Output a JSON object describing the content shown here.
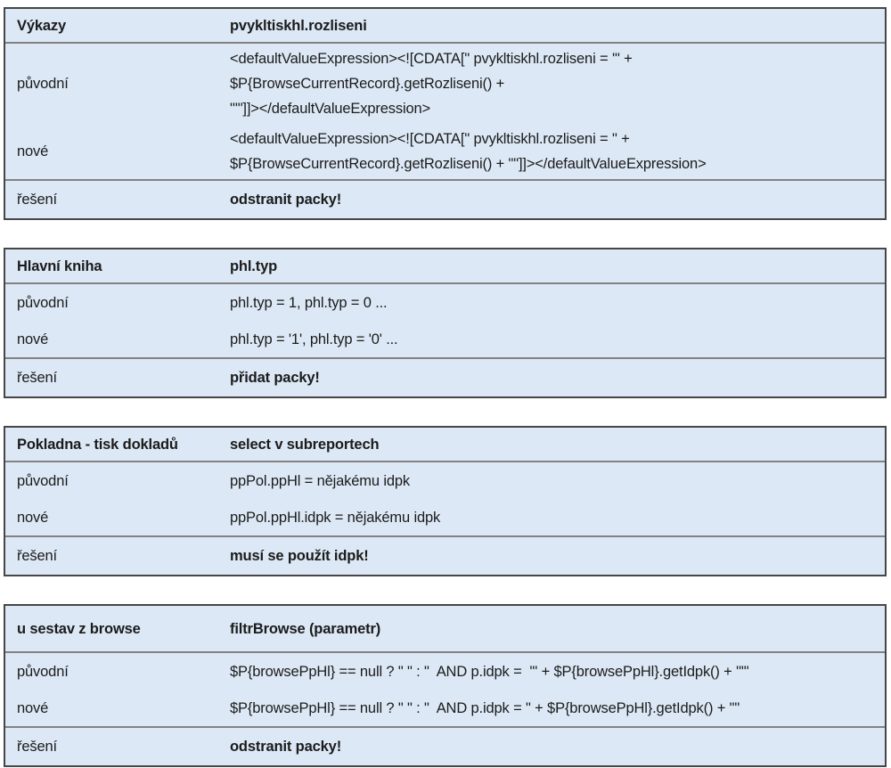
{
  "style": {
    "table_background": "#dce8f5",
    "outer_border_color": "#464646",
    "inner_border_color": "#828282",
    "text_color": "#1b1b1b"
  },
  "labels": {
    "original": "původní",
    "new": "nové",
    "solution": "řešení"
  },
  "tables": [
    {
      "title": "Výkazy",
      "subject": "pvykltiskhl.rozliseni",
      "original": "<defaultValueExpression><![CDATA[\" pvykltiskhl.rozliseni = '\" +\n$P{BrowseCurrentRecord}.getRozliseni() +\n\"'\"]]></defaultValueExpression>",
      "new": "<defaultValueExpression><![CDATA[\" pvykltiskhl.rozliseni = \" +\n$P{BrowseCurrentRecord}.getRozliseni() + \"\"]]></defaultValueExpression>",
      "solution": "odstranit packy!"
    },
    {
      "title": "Hlavní kniha",
      "subject": "phl.typ",
      "original": "phl.typ = 1, phl.typ = 0 ...",
      "new": "phl.typ = '1', phl.typ = '0' ...",
      "solution": "přidat packy!"
    },
    {
      "title": "Pokladna - tisk dokladů",
      "subject": "select v subreportech",
      "original": "ppPol.ppHl = nějakému idpk",
      "new": "ppPol.ppHl.idpk = nějakému idpk",
      "solution": "musí se použít idpk!"
    },
    {
      "title": "u sestav z browse",
      "subject": "filtrBrowse (parametr)",
      "original": "$P{browsePpHl} == null ? \" \" : \"  AND p.idpk =  '\" + $P{browsePpHl}.getIdpk() + \"'\"",
      "new": "$P{browsePpHl} == null ? \" \" : \"  AND p.idpk = \" + $P{browsePpHl}.getIdpk() + \"\"",
      "solution": "odstranit packy!"
    }
  ]
}
